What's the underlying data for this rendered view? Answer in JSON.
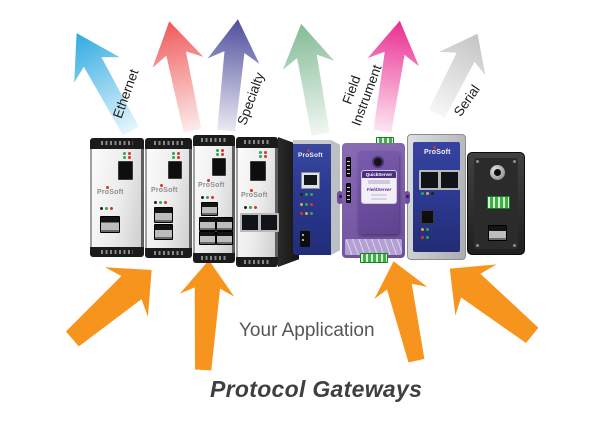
{
  "palette": {
    "orange": "#F7941E",
    "ethernet_blue": "#2FAAE1",
    "red": "#EF5A5A",
    "indigo": "#4E4E9D",
    "green": "#83BB95",
    "pink": "#EB2D91",
    "serial_gray": "#C4C4C4",
    "prosoft_navy": "#2B3990",
    "quickserver_purple": "#7B5EA7",
    "terminal_green": "#3CB043",
    "text_dark": "#3E3F41",
    "text_gray": "#55565A"
  },
  "top_labels": [
    "Ethernet",
    "Specialty",
    "Field",
    "Instrument",
    "Serial"
  ],
  "devices": [
    {
      "brand": "ProSoft",
      "type": "white-gateway-1-port"
    },
    {
      "brand": "ProSoft",
      "type": "white-gateway-2-port"
    },
    {
      "brand": "ProSoft",
      "type": "white-gateway-4-port"
    },
    {
      "brand": "ProSoft",
      "type": "white-gateway-dual-dark-port"
    },
    {
      "brand": "ProSoft",
      "type": "blue-gateway"
    },
    {
      "brand": "QuickServer",
      "logo": "FieldServer",
      "type": "purple-quickserver-gateway"
    },
    {
      "brand": "ProSoft",
      "type": "gray-blue-gateway"
    },
    {
      "brand": "",
      "type": "black-serial-module"
    }
  ],
  "bottom": {
    "application_label": "Your Application",
    "title": "Protocol Gateways"
  }
}
